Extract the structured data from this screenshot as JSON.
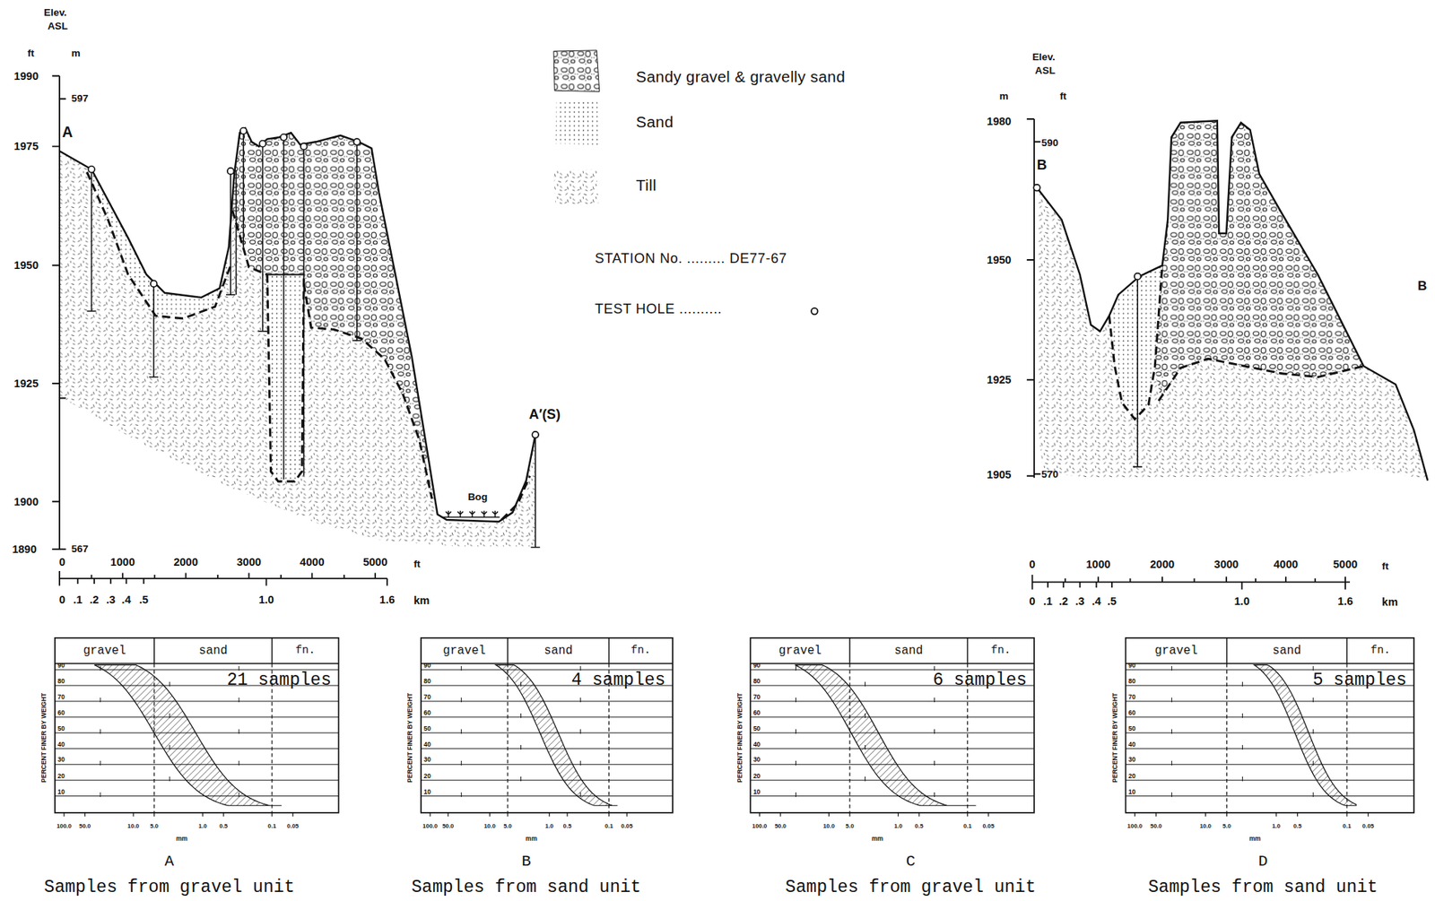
{
  "diagram": {
    "labels": [
      "Elev.",
      "ASL",
      "ft",
      "m",
      "1990",
      "597",
      "1975",
      "1950",
      "1925",
      "1900",
      "1890",
      "567",
      "A",
      "A′(S)",
      "Bog",
      "0",
      "1000",
      "2000",
      "3000",
      "4000",
      "5000",
      "ft",
      "0",
      ".1",
      ".2",
      ".3",
      ".4",
      ".5",
      "1.0",
      "1.6",
      "km",
      "Elev.",
      "ASL",
      "m",
      "ft",
      "1980",
      "590",
      "1950",
      "1925",
      "1905",
      "570",
      "B",
      "B",
      "0",
      "1000",
      "2000",
      "3000",
      "4000",
      "5000",
      "ft",
      "0",
      ".1",
      ".2",
      ".3",
      ".4",
      ".5",
      "1.0",
      "1.6",
      "km",
      "gravel",
      "sand",
      "fn.",
      "21 samples",
      "PERCENT FINER BY WEIGHT",
      "90",
      "80",
      "70",
      "60",
      "50",
      "40",
      "30",
      "20",
      "10",
      "100.0",
      "50.0",
      "10.0",
      "5.0",
      "1.0",
      "0.5",
      "0.1",
      "0.05",
      "mm",
      "A",
      "Samples from gravel unit",
      "gravel",
      "sand",
      "fn.",
      "4 samples",
      "PERCENT FINER BY WEIGHT",
      "90",
      "80",
      "70",
      "60",
      "50",
      "40",
      "30",
      "20",
      "10",
      "100.0",
      "50.0",
      "10.0",
      "5.0",
      "1.0",
      "0.5",
      "0.1",
      "0.05",
      "mm",
      "B",
      "Samples from sand unit",
      "gravel",
      "sand",
      "fn.",
      "6 samples",
      "PERCENT FINER BY WEIGHT",
      "90",
      "80",
      "70",
      "60",
      "50",
      "40",
      "30",
      "20",
      "10",
      "100.0",
      "50.0",
      "10.0",
      "5.0",
      "1.0",
      "0.5",
      "0.1",
      "0.05",
      "mm",
      "C",
      "Samples from gravel unit",
      "gravel",
      "sand",
      "fn.",
      "5 samples",
      "PERCENT FINER BY WEIGHT",
      "90",
      "80",
      "70",
      "60",
      "50",
      "40",
      "30",
      "20",
      "10",
      "100.0",
      "50.0",
      "10.0",
      "5.0",
      "1.0",
      "0.5",
      "0.1",
      "0.05",
      "mm",
      "D",
      "Samples from sand unit"
    ],
    "legend": [
      {
        "text": "Sandy gravel & gravelly sand"
      },
      {
        "text": "Sand"
      },
      {
        "text": "Till"
      },
      {
        "text": "STATION No. ......... DE77-67"
      },
      {
        "text": "TEST HOLE .........."
      }
    ]
  }
}
